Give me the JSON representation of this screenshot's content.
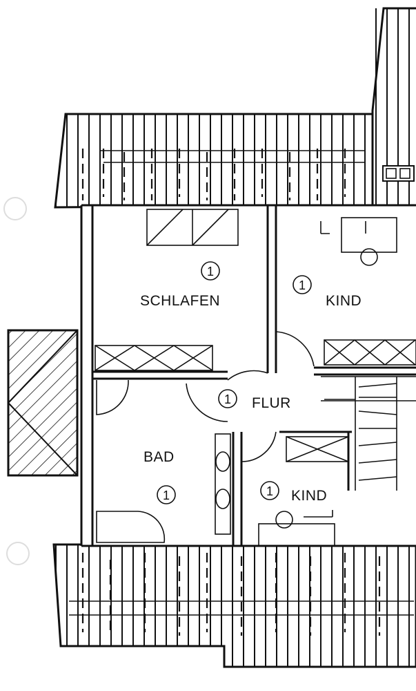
{
  "rooms": {
    "schlafen": {
      "label": "SCHLAFEN",
      "marker": "1"
    },
    "kind_top": {
      "label": "KIND",
      "marker": "1"
    },
    "flur": {
      "label": "FLUR",
      "marker": "1"
    },
    "bad": {
      "label": "BAD",
      "marker": "1"
    },
    "kind_bottom": {
      "label": "KIND",
      "marker": "1"
    }
  }
}
